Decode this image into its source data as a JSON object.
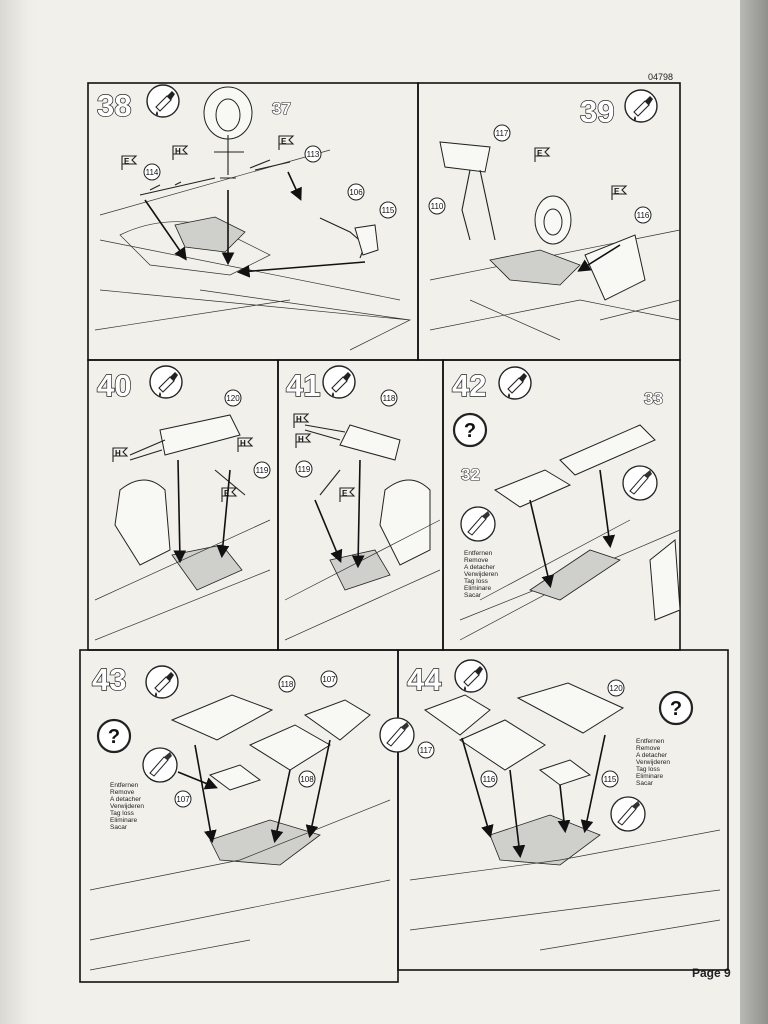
{
  "document": {
    "code": "04798",
    "page_label": "Page 9"
  },
  "steps": [
    {
      "number": "38",
      "icon": "glue-icon",
      "parts": [
        "37",
        "113",
        "114",
        "106",
        "115"
      ],
      "paint_markers": [
        "E",
        "H",
        "E"
      ]
    },
    {
      "number": "39",
      "icon": "glue-icon",
      "parts": [
        "117",
        "110",
        "116"
      ],
      "paint_markers": [
        "E",
        "E"
      ]
    },
    {
      "number": "40",
      "icon": "glue-icon",
      "parts": [
        "120",
        "119"
      ],
      "paint_markers": [
        "H",
        "H",
        "E"
      ]
    },
    {
      "number": "41",
      "icon": "glue-icon",
      "parts": [
        "118",
        "119"
      ],
      "paint_markers": [
        "H",
        "H",
        "E"
      ]
    },
    {
      "number": "42",
      "icon": "glue-icon",
      "big_parts": [
        "33",
        "32"
      ],
      "has_question": true,
      "remove_note": [
        "Entfernen",
        "Remove",
        "A detacher",
        "Verwijderen",
        "Tag loss",
        "Eliminare",
        "Sacar"
      ]
    },
    {
      "number": "43",
      "icon": "glue-icon",
      "parts": [
        "118",
        "107",
        "108",
        "107"
      ],
      "has_question": true,
      "remove_note": [
        "Entfernen",
        "Remove",
        "A detacher",
        "Verwijderen",
        "Tag loss",
        "Eliminare",
        "Sacar"
      ]
    },
    {
      "number": "44",
      "icon": "glue-icon",
      "parts": [
        "120",
        "117",
        "116",
        "115"
      ],
      "has_question": true,
      "remove_note": [
        "Entfernen",
        "Remove",
        "A detacher",
        "Verwijderen",
        "Tag loss",
        "Eliminare",
        "Sacar"
      ]
    }
  ],
  "question_mark": "?",
  "colors": {
    "paper": "#f1f0ea",
    "ink": "#222222"
  }
}
